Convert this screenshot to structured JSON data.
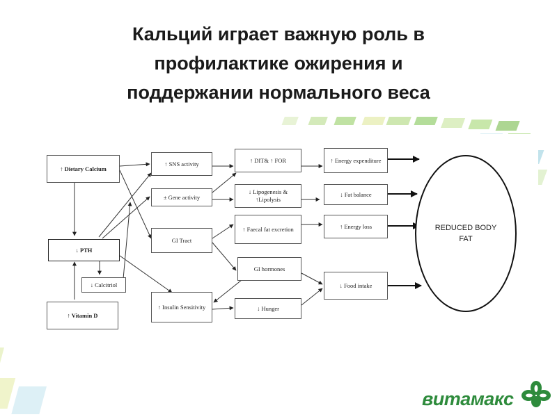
{
  "slide": {
    "title_lines": [
      "Кальций играет важную роль в",
      "профилактике ожирения и",
      "поддержании нормального веса"
    ]
  },
  "diagram": {
    "nodes": {
      "dietary_calcium": "↑ Dietary Calcium",
      "pth": "↓ PTH",
      "calcitriol": "↓ Calcitriol",
      "vitamin_d": "↑ Vitamin D",
      "sns_activity": "↑ SNS activity",
      "gene_activity": "± Gene activity",
      "gi_tract": "GI Tract",
      "insulin_sensitivity": "↑ Insulin Sensitivity",
      "dit_for": "↑ DIT& ↑ FOR",
      "lipogenesis_lipolysis": "↓ Lipogenesis & ↑Lipolysis",
      "faecal_fat": "↑ Faecal fat excretion",
      "gi_hormones": "GI hormones",
      "hunger": "↓ Hunger",
      "energy_expenditure": "↑ Energy expenditure",
      "fat_balance": "↓ Fat balance",
      "energy_loss": "↑ Energy loss",
      "food_intake": "↓ Food intake"
    },
    "outcome": "REDUCED BODY FAT"
  },
  "branding": {
    "logo_text": "витамакс",
    "brand_color": "#2e8b3c"
  },
  "colors": {
    "decor_greens": [
      "#cfe8b0",
      "#a9d68c",
      "#7fc27a",
      "#5fb04f"
    ],
    "decor_blues": [
      "#d7ecf5",
      "#b9deea",
      "#9fd0e0"
    ],
    "decor_yellows": [
      "#f1f0a8",
      "#e6eb96"
    ]
  }
}
